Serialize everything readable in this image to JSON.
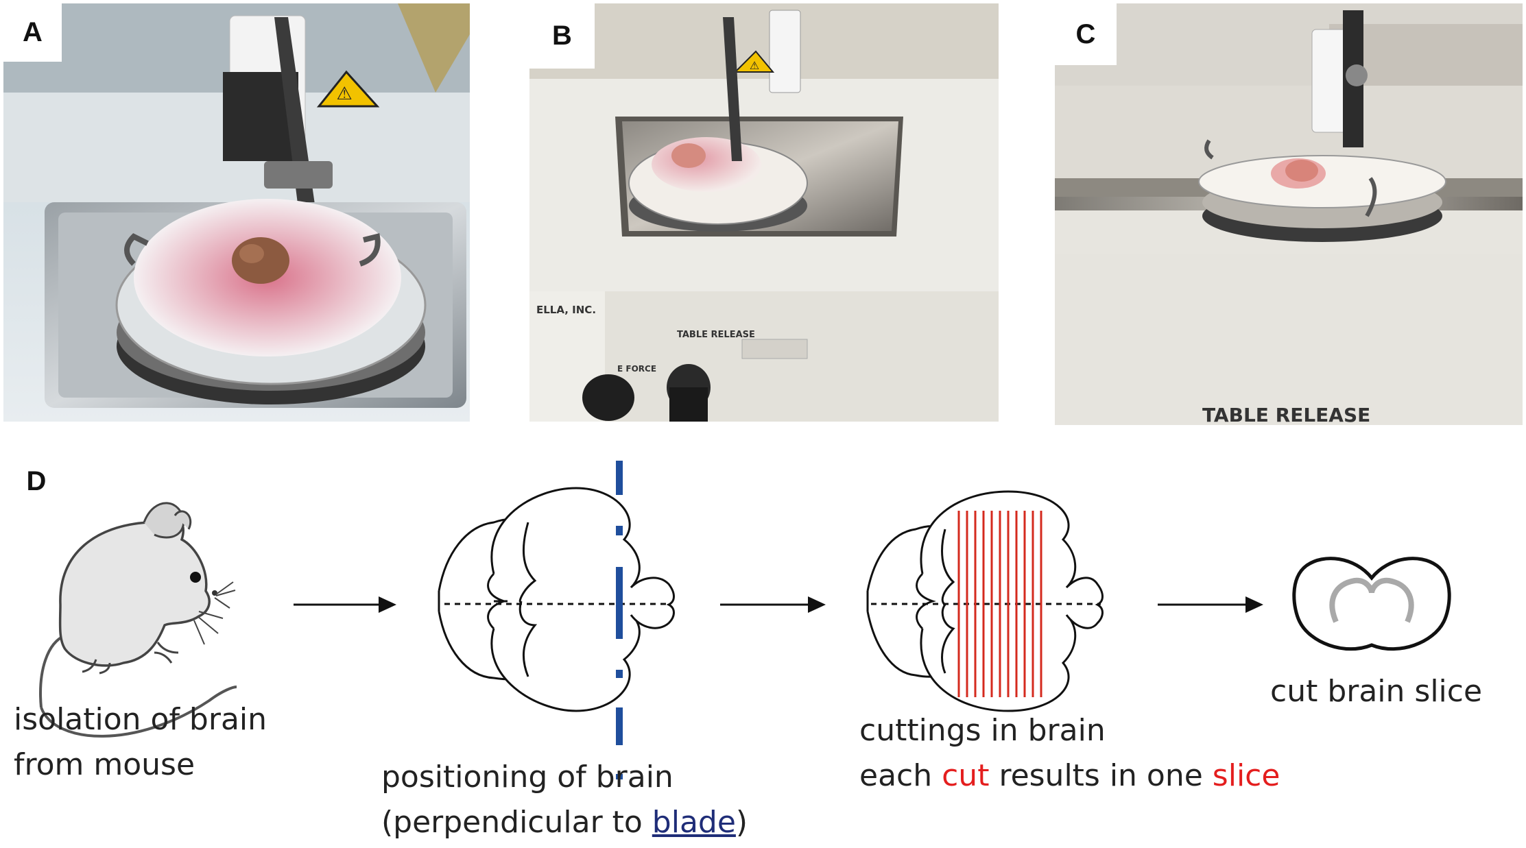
{
  "panels": {
    "a": {
      "letter": "A"
    },
    "b": {
      "letter": "B",
      "label_table_release": "TABLE RELEASE",
      "label_plate": "ELLA, INC.",
      "label_force": "E FORCE"
    },
    "c": {
      "letter": "C",
      "label_table_release": "TABLE RELEASE"
    },
    "d": {
      "letter": "D"
    }
  },
  "steps": {
    "isolation": {
      "line1": "isolation of brain",
      "line2": "from mouse"
    },
    "positioning": {
      "line1": "positioning of brain",
      "line2_pre": "(perpendicular to ",
      "line2_link": "blade",
      "line2_post": ")"
    },
    "cuttings": {
      "line1": "cuttings in brain",
      "line2_a": "each ",
      "line2_b": "cut",
      "line2_c": " results in one ",
      "line2_d": "slice"
    },
    "slice": {
      "label": "cut brain slice"
    }
  },
  "colors": {
    "blade": "#1f4e9c",
    "cut_lines": "#d42a1e",
    "arrows": "#111111",
    "highlight": "#e41e1e"
  }
}
